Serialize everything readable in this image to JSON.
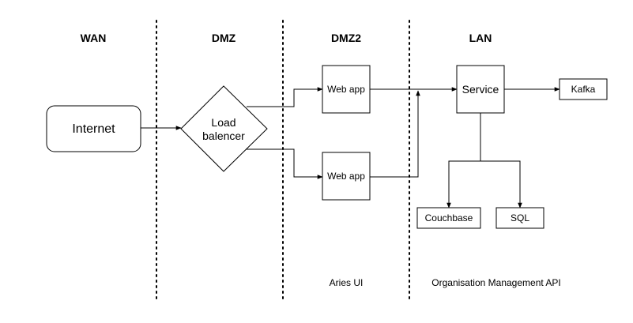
{
  "zones": {
    "wan": "WAN",
    "dmz": "DMZ",
    "dmz2": "DMZ2",
    "lan": "LAN"
  },
  "nodes": {
    "internet": "Internet",
    "load_balancer_line1": "Load",
    "load_balancer_line2": "balencer",
    "web_app_top": "Web app",
    "web_app_bottom": "Web app",
    "service": "Service",
    "kafka": "Kafka",
    "couchbase": "Couchbase",
    "sql": "SQL"
  },
  "captions": {
    "dmz2": "Aries UI",
    "lan": "Organisation Management API"
  },
  "colors": {
    "stroke": "#000000",
    "background": "#ffffff"
  }
}
